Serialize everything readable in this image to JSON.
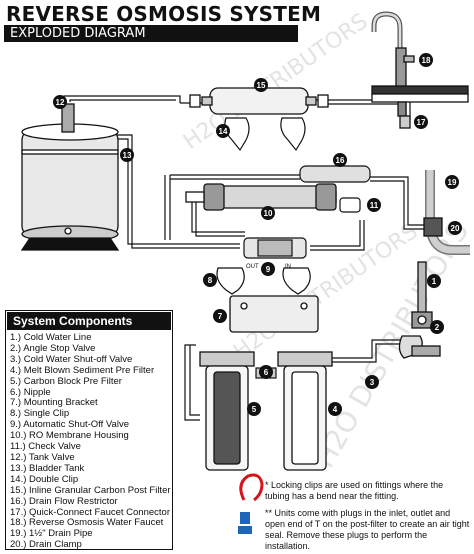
{
  "header": {
    "title": "REVERSE OSMOSIS SYSTEM",
    "subtitle": "EXPLODED DIAGRAM"
  },
  "watermark": {
    "text": "H2O DISTRIBUTORS"
  },
  "components_panel": {
    "heading": "System Components",
    "items": [
      "1.) Cold Water Line",
      "2.) Angle Stop Valve",
      "3.) Cold Water Shut-off Valve",
      "4.) Melt Blown Sediment Pre Filter",
      "5.) Carbon Block Pre Filter",
      "6.) Nipple",
      "7.) Mounting Bracket",
      "8.) Single Clip",
      "9.) Automatic Shut-Off Valve",
      "10.) RO Membrane Housing",
      "11.) Check Valve",
      "12.) Tank Valve",
      "13.) Bladder Tank",
      "14.) Double Clip",
      "15.) Inline Granular Carbon Post Filter",
      "16.) Drain Flow Restrictor",
      "17.) Quick-Connect Faucet Connector",
      "18.) Reverse Osmosis Water Faucet",
      "19.) 1½\" Drain Pipe",
      "20.) Drain Clamp"
    ]
  },
  "callouts": [
    "1",
    "2",
    "3",
    "4",
    "5",
    "6",
    "7",
    "8",
    "9",
    "10",
    "11",
    "12",
    "13",
    "14",
    "15",
    "16",
    "17",
    "18",
    "19",
    "20"
  ],
  "valve_labels": {
    "out": "OUT",
    "in": "IN"
  },
  "notes": {
    "clip_note": "* Locking clips are used on fittings where the tubing has a bend near the fitting.",
    "plug_note": "** Units come with plugs in the inlet, outlet and open end of T on the post-filter to create an air tight seal. Remove these plugs to perform the installation."
  },
  "colors": {
    "callout_fill": "#111111",
    "clip_red": "#d4161b",
    "plug_blue": "#1f66b8",
    "ink": "#111111"
  }
}
